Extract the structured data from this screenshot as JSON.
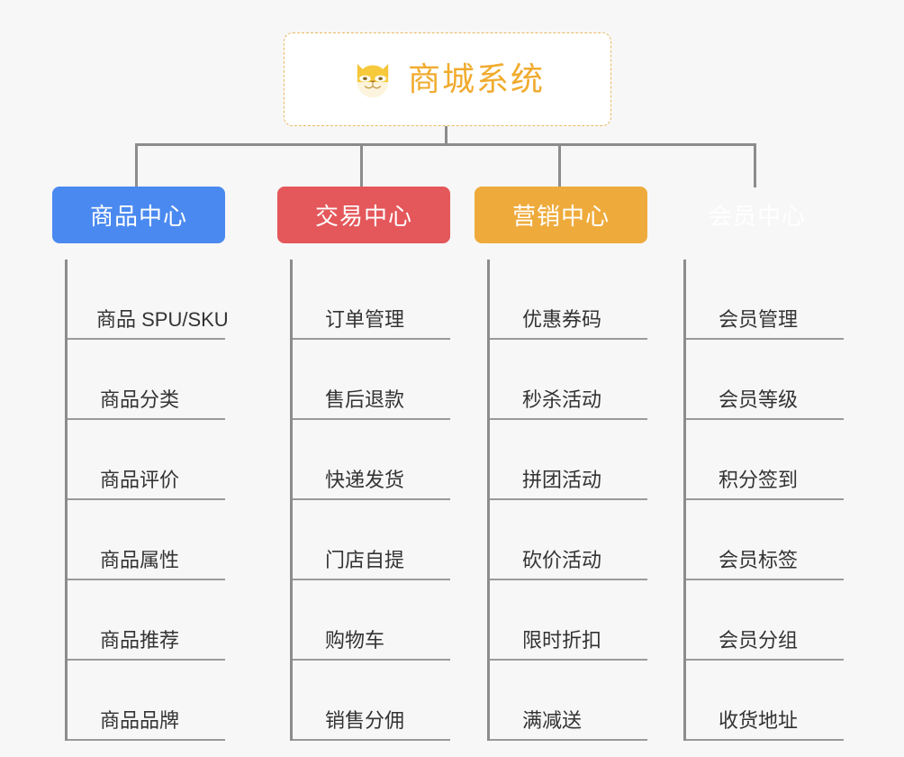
{
  "page": {
    "background": "#f7f7f7",
    "connector_color": "#8c8c8c"
  },
  "root": {
    "title": "商城系统",
    "icon": "shiba-dog-icon",
    "text_color": "#f0ab2e",
    "border_color": "#e8b860",
    "background": "#ffffff"
  },
  "categories": [
    {
      "label": "商品中心",
      "color": "#4a89f0",
      "items": [
        "商品 SPU/SKU",
        "商品分类",
        "商品评价",
        "商品属性",
        "商品推荐",
        "商品品牌"
      ]
    },
    {
      "label": "交易中心",
      "color": "#e4575a",
      "items": [
        "订单管理",
        "售后退款",
        "快递发货",
        "门店自提",
        "购物车",
        "销售分佣"
      ]
    },
    {
      "label": "营销中心",
      "color": "#eeab3c",
      "items": [
        "优惠券码",
        "秒杀活动",
        "拼团活动",
        "砍价活动",
        "限时折扣",
        "满减送"
      ]
    },
    {
      "label": "会员中心",
      "color": "#77c košice"
    }
  ]
}
